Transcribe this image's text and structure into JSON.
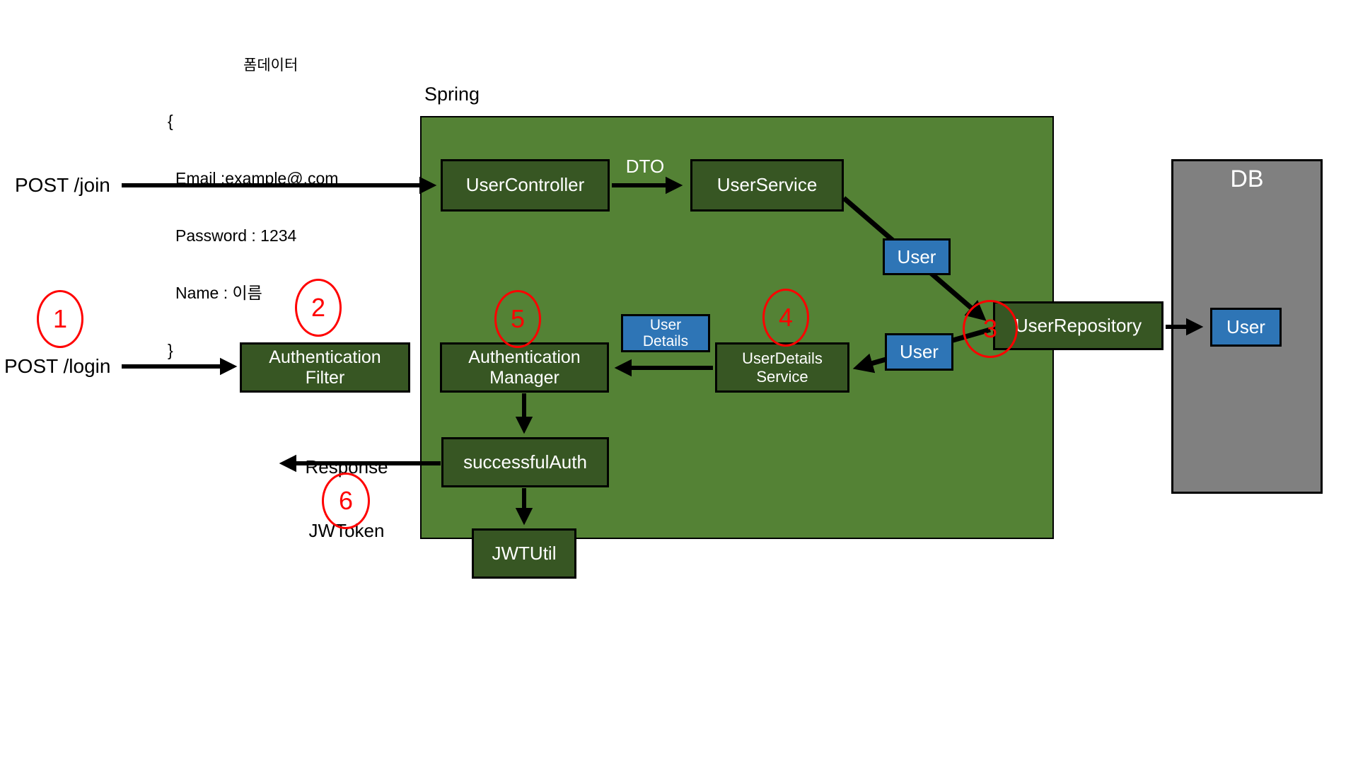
{
  "request_form": {
    "title": "폼데이터",
    "json_lines": [
      "{",
      "Email :example@.com",
      "Password : 1234",
      "Name : 이름",
      "}"
    ]
  },
  "requests": {
    "join": "POST /join",
    "login": "POST /login"
  },
  "spring": {
    "label": "Spring",
    "dto_label": "DTO",
    "boxes": {
      "user_controller": "UserController",
      "user_service": "UserService",
      "user_repository": "UserRepository",
      "authentication_filter": [
        "Authentication",
        "Filter"
      ],
      "authentication_manager": [
        "Authentication",
        "Manager"
      ],
      "user_details_service": [
        "UserDetails",
        "Service"
      ],
      "successful_auth": "successfulAuth",
      "jwt_util": "JWTUtil",
      "user_entity": "User",
      "user_details_entity": [
        "User",
        "Details"
      ]
    }
  },
  "db": {
    "label": "DB",
    "user_entity": "User"
  },
  "response": [
    "Response",
    "JWToken"
  ],
  "steps": [
    "1",
    "2",
    "3",
    "4",
    "5",
    "6"
  ],
  "colors": {
    "spring_bg": "#548235",
    "box_green": "#375623",
    "entity_blue": "#2E75B6",
    "db_gray": "#808080",
    "step_red": "#FF0000",
    "wire_black": "#000000"
  }
}
